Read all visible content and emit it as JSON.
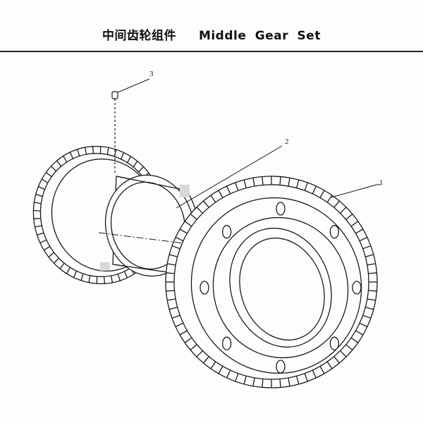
{
  "header": {
    "title_cn": "中间齿轮组件",
    "title_en": "Middle Gear Set"
  },
  "callouts": [
    "1",
    "2",
    "3"
  ],
  "colors": {
    "line": "#1a1a1a",
    "paper": "#fdfdfd"
  }
}
